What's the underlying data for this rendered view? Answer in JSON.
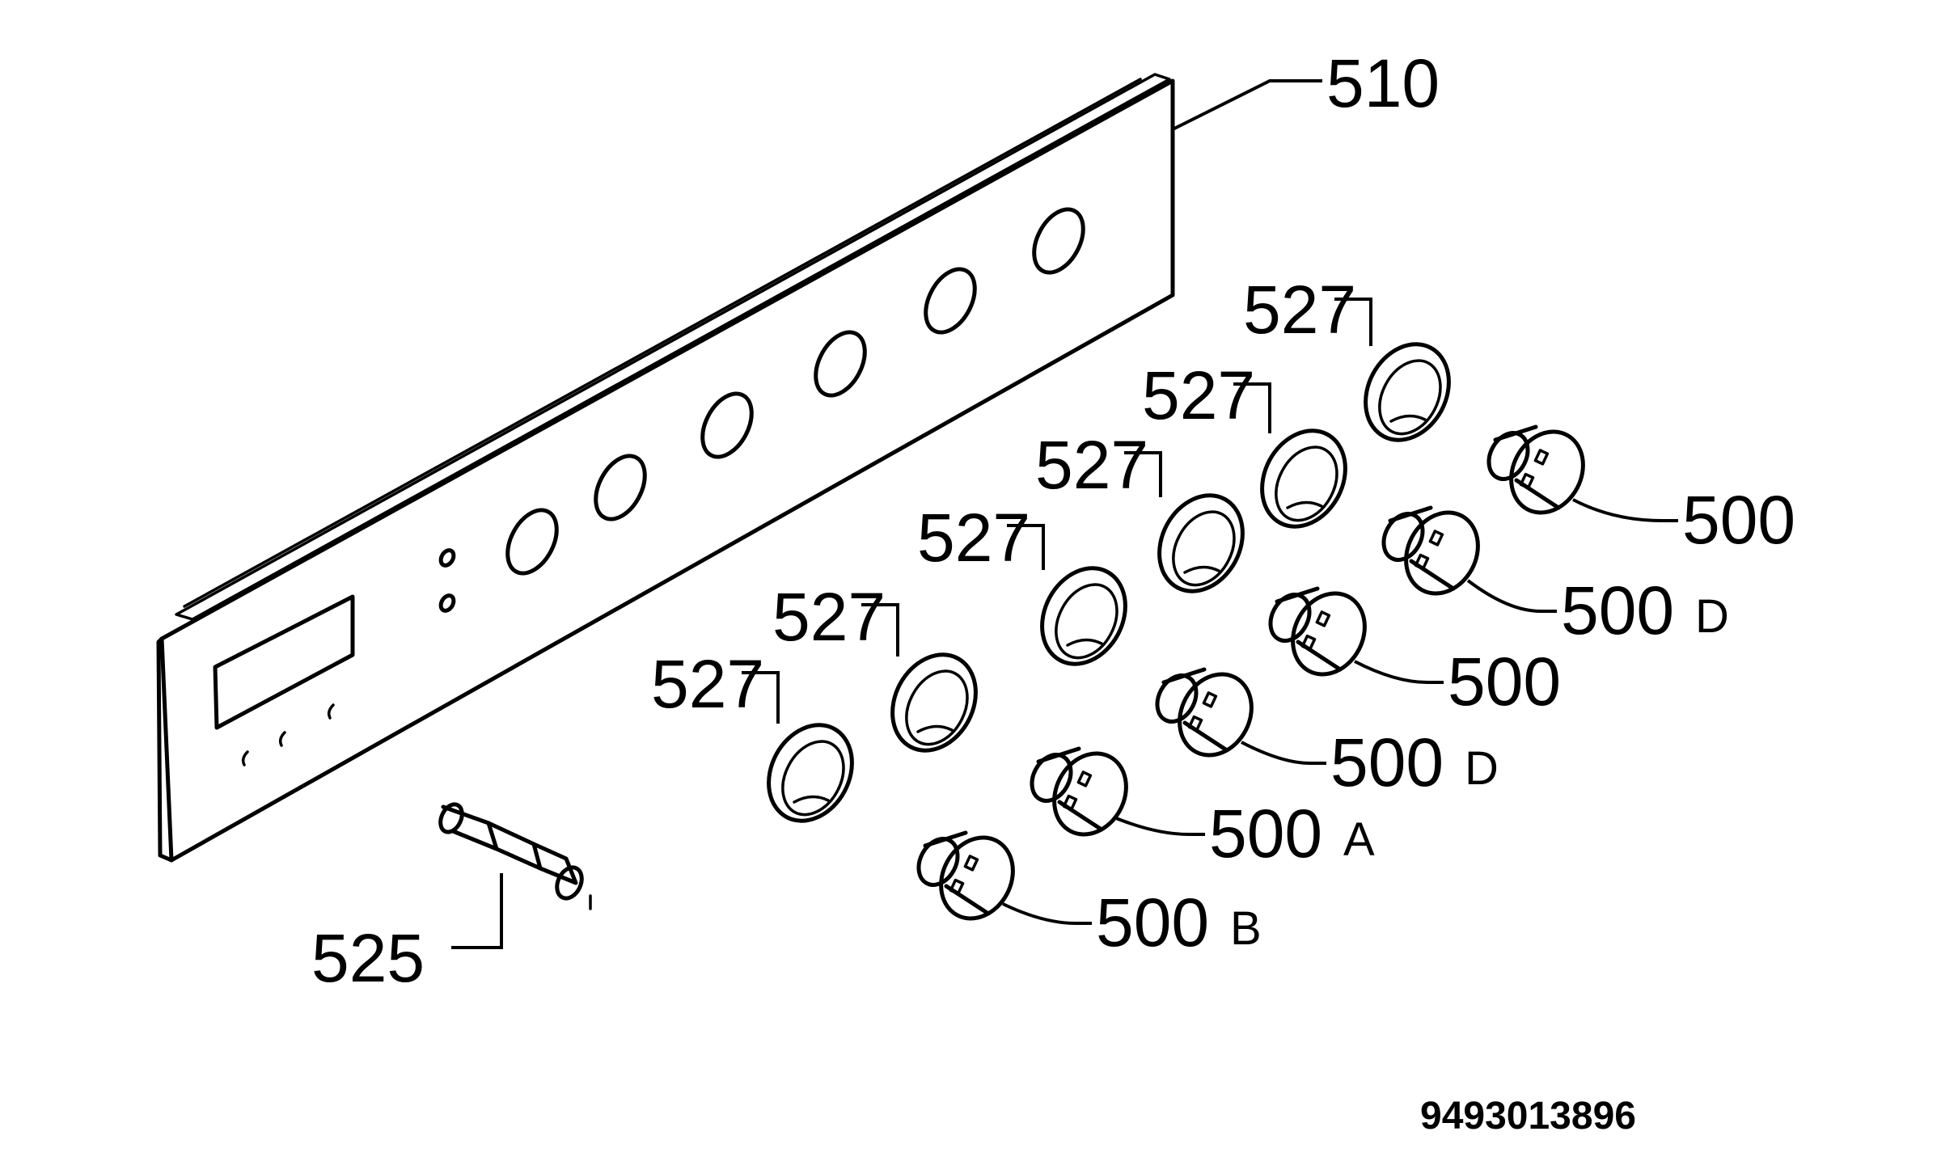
{
  "parts": {
    "panel": {
      "number": "510"
    },
    "shaft": {
      "number": "525"
    },
    "rings": [
      {
        "number": "527"
      },
      {
        "number": "527"
      },
      {
        "number": "527"
      },
      {
        "number": "527"
      },
      {
        "number": "527"
      },
      {
        "number": "527"
      }
    ],
    "knobs": [
      {
        "number": "500",
        "suffix": "B"
      },
      {
        "number": "500",
        "suffix": "A"
      },
      {
        "number": "500",
        "suffix": "D"
      },
      {
        "number": "500",
        "suffix": ""
      },
      {
        "number": "500",
        "suffix": "D"
      },
      {
        "number": "500",
        "suffix": ""
      }
    ]
  },
  "document_number": "9493013896"
}
